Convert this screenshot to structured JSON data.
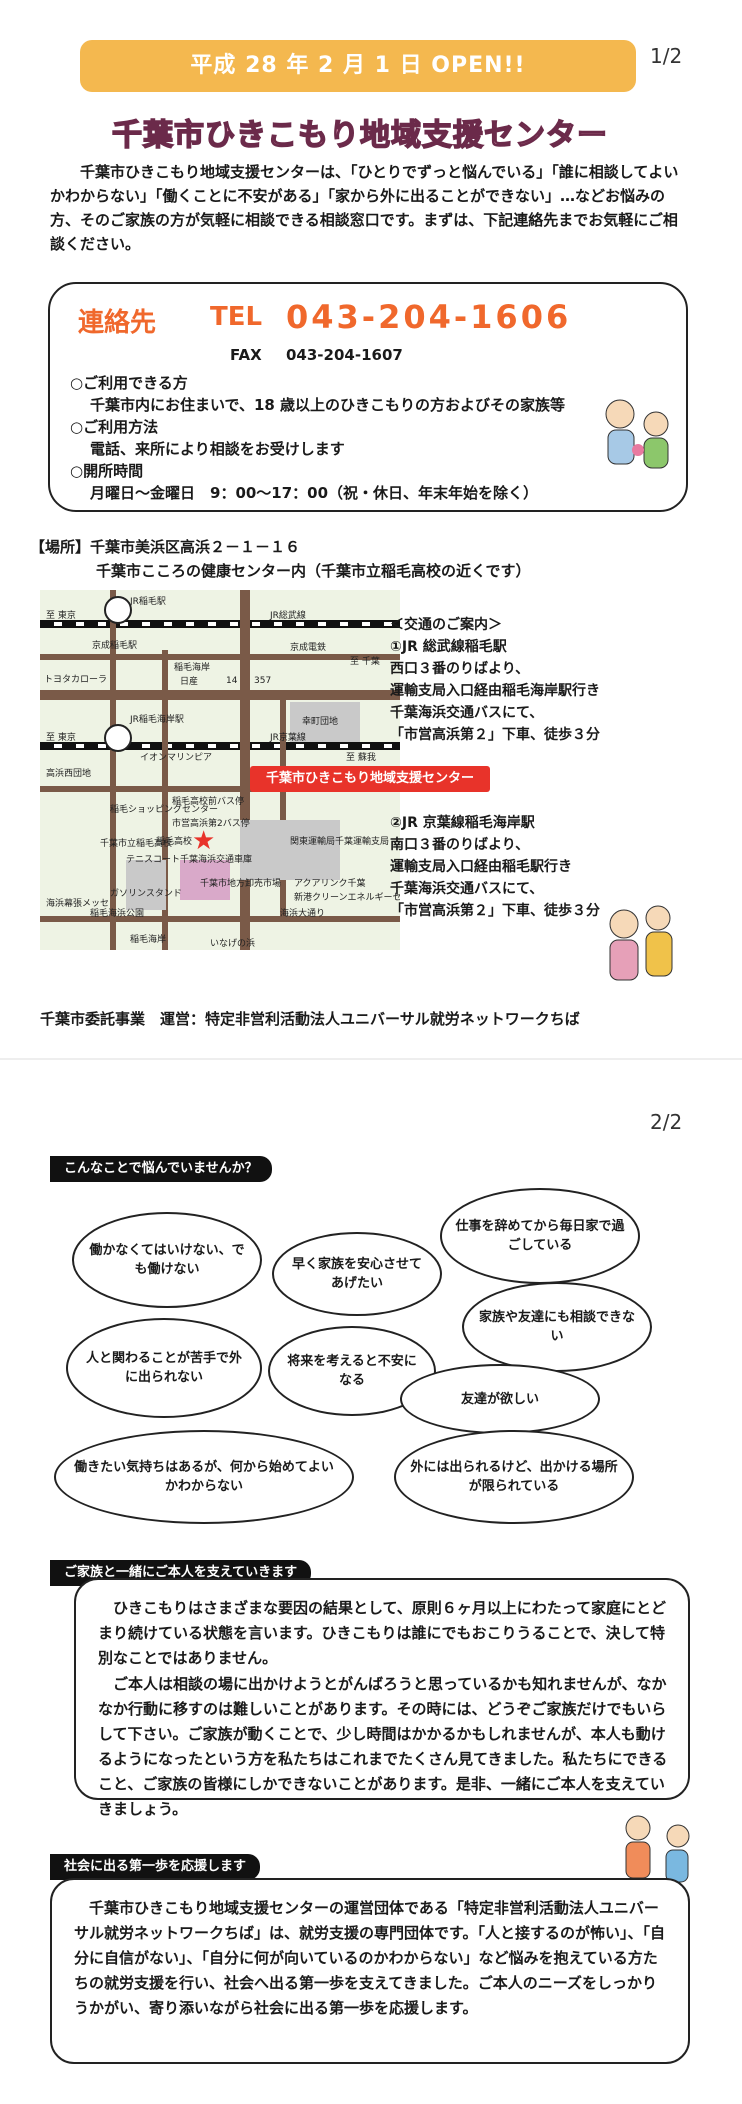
{
  "page1": {
    "page_num": "1/2",
    "banner": "平成 28 年 2 月 1 日 OPEN!!",
    "title": "千葉市ひきこもり地域支援センター",
    "intro": "千葉市ひきこもり地域支援センターは、「ひとりでずっと悩んでいる」「誰に相談してよいかわからない」「働くことに不安がある」「家から外に出ることができない」…などお悩みの方、そのご家族の方が気軽に相談できる相談窓口です。まずは、下記連絡先までお気軽にご相談ください。",
    "contact": {
      "label": "連絡先",
      "tel_label": "TEL",
      "tel": "043-204-1606",
      "fax_label": "FAX",
      "fax": "043-204-1607",
      "who_head": "○ご利用できる方",
      "who": "千葉市内にお住まいで、18 歳以上のひきこもりの方およびその家族等",
      "how_head": "○ご利用方法",
      "how": "電話、来所により相談をお受けします",
      "hours_head": "○開所時間",
      "hours": "月曜日～金曜日　9：00～17：00（祝・休日、年末年始を除く）"
    },
    "location": {
      "line1": "【場所】千葉市美浜区高浜２－１－１６",
      "line2": "千葉市こころの健康センター内（千葉市立稲毛高校の近くです）"
    },
    "map": {
      "center_label": "千葉市ひきこもり地域支援センター",
      "labels": [
        "JR稲毛駅",
        "JR総武線",
        "至 東京",
        "京成稲毛駅",
        "京成電鉄",
        "至 千葉",
        "稲毛海岸",
        "トヨタカローラ",
        "日産",
        "幸町団地",
        "14",
        "357",
        "JR稲毛海岸駅",
        "JR京葉線",
        "至 東京",
        "イオンマリンピア",
        "至 蘇我",
        "高浜西団地",
        "稲毛ショッピングセンター",
        "稲毛高校前バス停",
        "市営高浜第2バス停",
        "稲毛高校",
        "関東運輸局千葉運輸支局",
        "千葉市立稲毛高校",
        "テニスコート",
        "千葉海浜交通車庫",
        "千葉市地方卸売市場",
        "ガソリンスタンド",
        "稲毛海浜公園",
        "アクアリンク千葉",
        "新港クリーンエネルギーセンター",
        "海浜大通り",
        "稲毛海岸",
        "いなげの浜",
        "海浜幕張メッセ"
      ]
    },
    "access": {
      "head": "＜交通のご案内＞",
      "route1": [
        "①JR 総武線稲毛駅",
        "西口３番のりばより、",
        "運輸支局入口経由稲毛海岸駅行き",
        "千葉海浜交通バスにて、",
        "「市営高浜第２」下車、徒歩３分"
      ],
      "route2": [
        "②JR 京葉線稲毛海岸駅",
        "南口３番のりばより、",
        "運輸支局入口経由稲毛駅行き",
        "千葉海浜交通バスにて、",
        "「市営高浜第２」下車、徒歩３分"
      ]
    },
    "footer": "千葉市委託事業　運営：特定非営利活動法人ユニバーサル就労ネットワークちば"
  },
  "page2": {
    "page_num": "2/2",
    "section1": {
      "tag": "こんなことで悩んでいませんか？",
      "clouds": [
        "働かなくてはいけない、でも働けない",
        "早く家族を安心させてあげたい",
        "仕事を辞めてから毎日家で過ごしている",
        "家族や友達にも相談できない",
        "人と関わることが苦手で外に出られない",
        "将来を考えると不安になる",
        "友達が欲しい",
        "働きたい気持ちはあるが、何から始めてよいかわからない",
        "外には出られるけど、出かける場所が限られている"
      ]
    },
    "section2": {
      "tag": "ご家族と一緒にご本人を支えていきます",
      "p1": "ひきこもりはさまざまな要因の結果として、原則６ヶ月以上にわたって家庭にとどまり続けている状態を言います。ひきこもりは誰にでもおこりうることで、決して特別なことではありません。",
      "p2": "ご本人は相談の場に出かけようとがんばろうと思っているかも知れませんが、なかなか行動に移すのは難しいことがあります。その時には、どうぞご家族だけでもいらして下さい。ご家族が動くことで、少し時間はかかるかもしれませんが、本人も動けるようになったという方を私たちはこれまでたくさん見てきました。私たちにできること、ご家族の皆様にしかできないことがあります。是非、一緒にご本人を支えていきましょう。"
    },
    "section3": {
      "tag": "社会に出る第一歩を応援します",
      "p1": "千葉市ひきこもり地域支援センターの運営団体である「特定非営利活動法人ユニバーサル就労ネットワークちば」は、就労支援の専門団体です。「人と接するのが怖い」、「自分に自信がない」、「自分に何が向いているのかわからない」など悩みを抱えている方たちの就労支援を行い、社会へ出る第一歩を支えてきました。ご本人のニーズをしっかりうかがい、寄り添いながら社会に出る第一歩を応援します。"
    }
  }
}
